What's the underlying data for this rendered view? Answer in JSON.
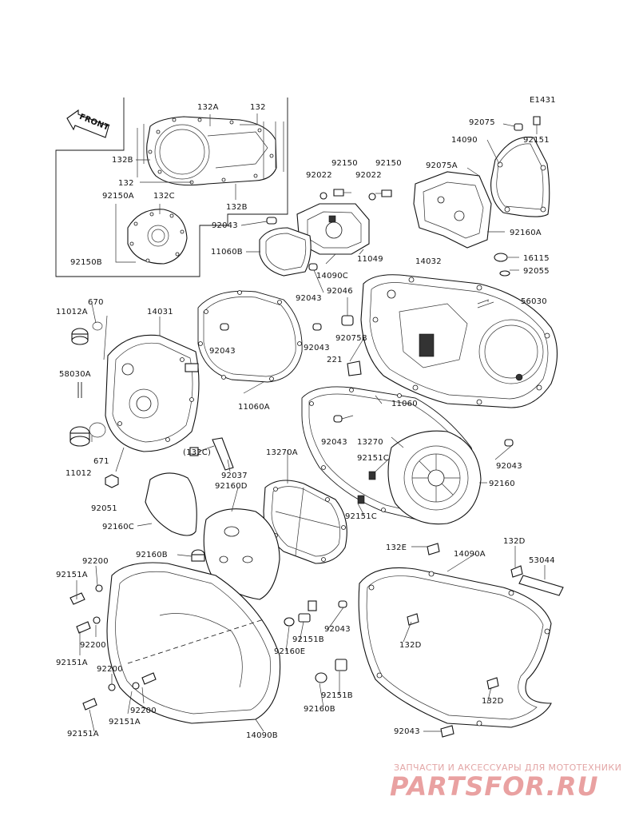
{
  "figure": {
    "code": "E1431",
    "front_arrow_text": "FRONT"
  },
  "labels": {
    "p132A": "132A",
    "p132_top": "132",
    "p132B_a": "132B",
    "p132_mid": "132",
    "p132B_b": "132B",
    "p92150A": "92150A",
    "p132C": "132C",
    "p92150B": "92150B",
    "p92150_a": "92150",
    "p92150_b": "92150",
    "p92022_a": "92022",
    "p92022_b": "92022",
    "p92043_a": "92043",
    "p11060B": "11060B",
    "p14090C": "14090C",
    "p11049": "11049",
    "p92043_b": "92043",
    "p92046": "92046",
    "p92075": "92075",
    "p92151_a": "92151",
    "p14090": "14090",
    "p92075A": "92075A",
    "p92160A": "92160A",
    "p16115": "16115",
    "p92055": "92055",
    "p14032": "14032",
    "p56030": "56030",
    "p11012A": "11012A",
    "p670": "670",
    "p14031": "14031",
    "p92043_c": "92043",
    "p92043_d": "92043",
    "p92075B": "92075B",
    "p221": "221",
    "p58030A": "58030A",
    "p11060A": "11060A",
    "p11060": "11060",
    "p671": "671",
    "p11012": "11012",
    "p132C_paren": "(132C)",
    "p92037": "92037",
    "p92043_e": "92043",
    "p13270": "13270",
    "p13270A": "13270A",
    "p92151C_a": "92151C",
    "p92043_f": "92043",
    "p92051": "92051",
    "p92160D": "92160D",
    "p92160": "92160",
    "p92160C": "92160C",
    "p92151C_b": "92151C",
    "p132E": "132E",
    "p14090A": "14090A",
    "p132D_a": "132D",
    "p53044": "53044",
    "p92200_a": "92200",
    "p92160B_a": "92160B",
    "p92151A_a": "92151A",
    "p92200_b": "92200",
    "p92151A_b": "92151A",
    "p92043_g": "92043",
    "p92151B_a": "92151B",
    "p92160E": "92160E",
    "p132D_b": "132D",
    "p92200_c": "92200",
    "p92200_d": "92200",
    "p92151A_c": "92151A",
    "p92151B_b": "92151B",
    "p92160B_b": "92160B",
    "p132D_c": "132D",
    "p92151A_d": "92151A",
    "p14090B": "14090B",
    "p92043_h": "92043"
  },
  "watermark": {
    "caption": "ЗАПЧАСТИ И АКСЕССУАРЫ ДЛЯ МОТОТЕХНИКИ",
    "brand": "PARTSFOR.RU",
    "color": "#e9a1a1"
  }
}
